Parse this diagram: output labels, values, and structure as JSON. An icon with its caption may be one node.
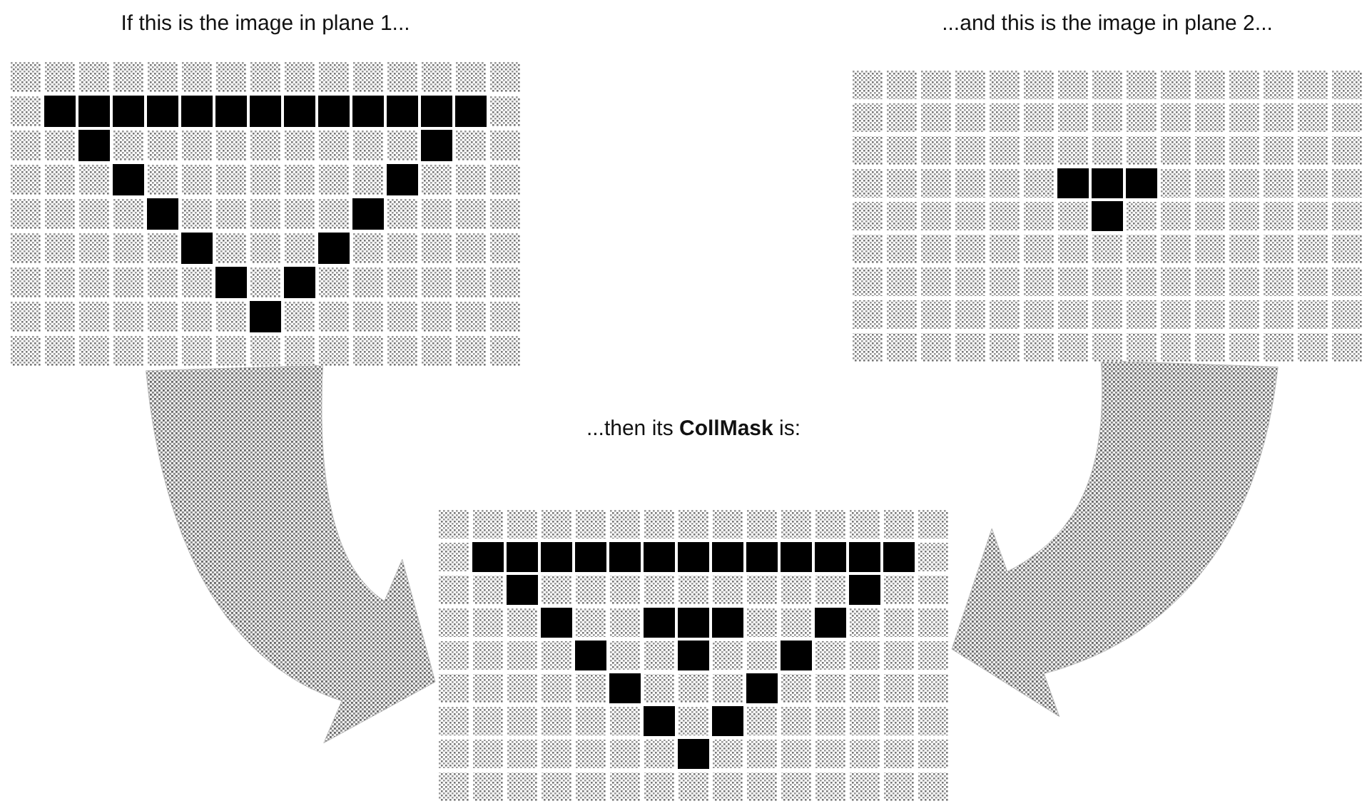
{
  "diagram": {
    "nodes": [
      {
        "text": [
          "If this is the image in plane 1..."
        ]
      },
      {
        "text": [
          "...and this is the image in plane 2..."
        ]
      },
      {
        "text": [
          "...then its **CollMask** is:"
        ]
      }
    ],
    "edges": [
      {
        "from": 0,
        "to": 2,
        "arrow": "to",
        "style": "thick"
      },
      {
        "from": 1,
        "to": 2,
        "arrow": "to",
        "style": "thick"
      }
    ]
  }
}
